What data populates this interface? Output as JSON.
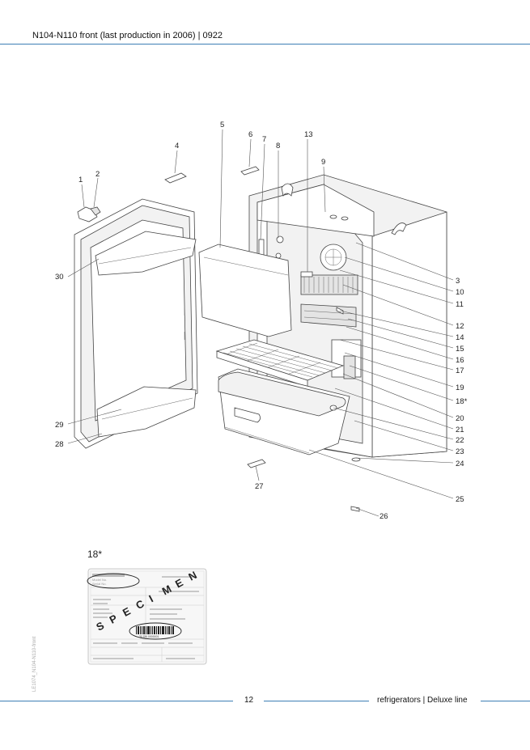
{
  "header": {
    "title": "N104-N110 front (last production in 2006) | 0922"
  },
  "diagram": {
    "callouts": [
      "1",
      "2",
      "3",
      "4",
      "5",
      "6",
      "7",
      "8",
      "9",
      "10",
      "11",
      "12",
      "13",
      "14",
      "15",
      "16",
      "17",
      "18*",
      "19",
      "20",
      "21",
      "22",
      "23",
      "24",
      "25",
      "26",
      "27",
      "28",
      "29",
      "30"
    ]
  },
  "detail": {
    "label": "18*",
    "plate_text": {
      "model": "Model No.",
      "serial": "Serial No.",
      "barcode_number": "30 DN 0000001",
      "specimen": "SPECIMEN"
    }
  },
  "side_code": "LE1074_N104-N110-front",
  "footer": {
    "page_number": "12",
    "title": "refrigerators | Deluxe line"
  },
  "colors": {
    "rule": "#3d7fb5",
    "line": "#444444"
  }
}
